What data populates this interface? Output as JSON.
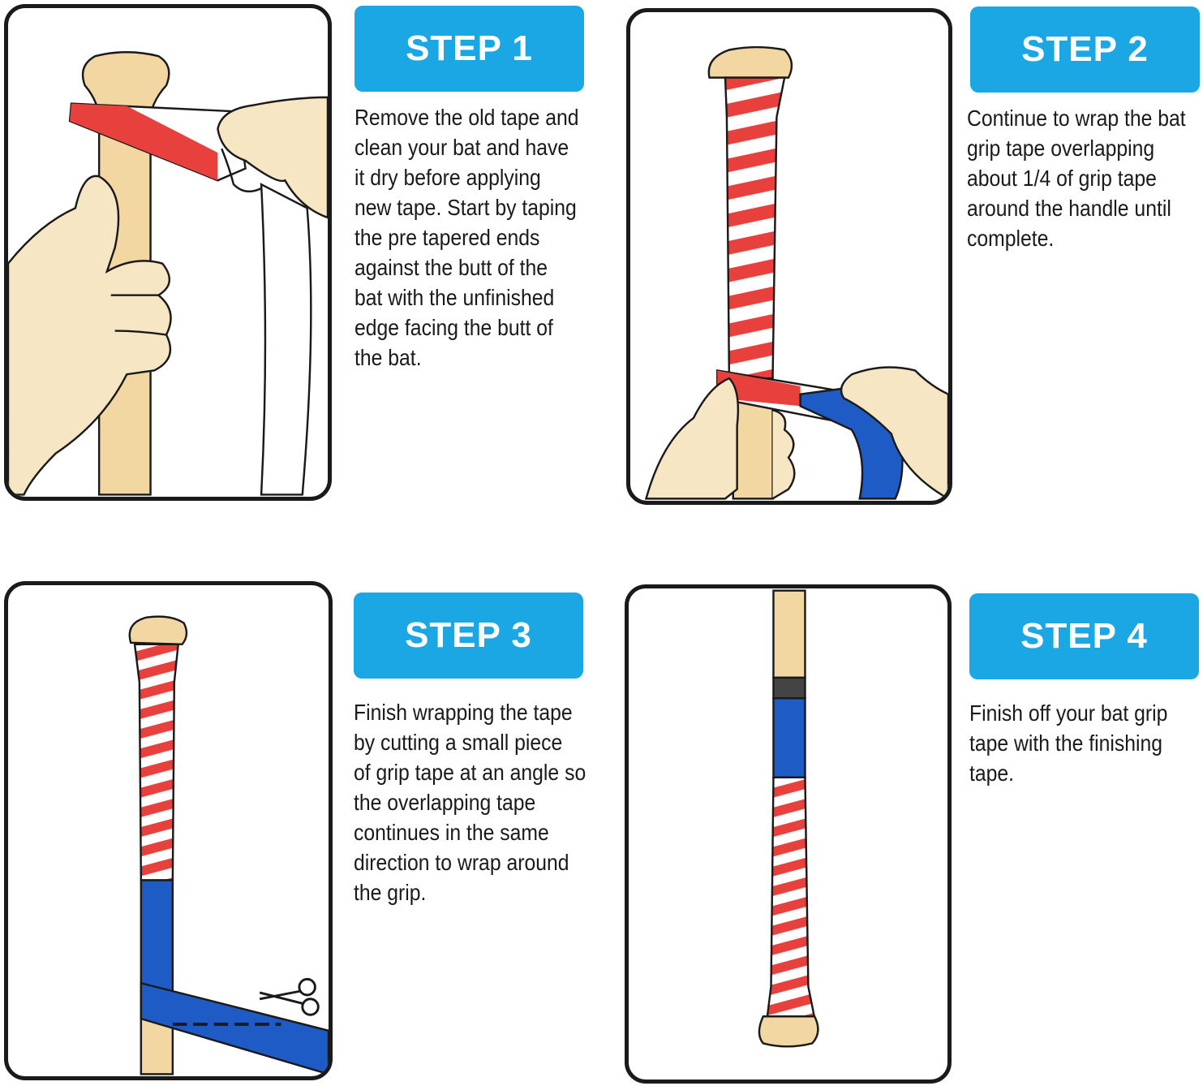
{
  "colors": {
    "accent": "#1ba6e4",
    "tape_red": "#e8413d",
    "tape_blue": "#1f5bc4",
    "bat_wood": "#f3d7a3",
    "skin": "#f7e6c4",
    "finishing_tape": "#444444"
  },
  "steps": [
    {
      "label": "STEP 1",
      "lines": [
        "Remove the old tape and",
        "clean your bat and have",
        "it dry before applying",
        "new tape. Start by taping",
        "the pre tapered ends",
        "against the butt of the",
        "bat with the unfinished",
        "edge facing the butt of",
        "the bat."
      ]
    },
    {
      "label": "STEP 2",
      "lines": [
        "Continue to wrap the bat",
        "grip tape overlapping",
        "about 1/4 of grip tape",
        "around the handle until",
        "complete."
      ]
    },
    {
      "label": "STEP 3",
      "lines": [
        "Finish wrapping the tape",
        "by cutting a small piece",
        "of grip tape at an angle so",
        "the overlapping tape",
        "continues in the same",
        "direction to wrap around",
        "the grip."
      ]
    },
    {
      "label": "STEP 4",
      "lines": [
        "Finish off your bat grip",
        "tape with the finishing",
        "tape."
      ]
    }
  ]
}
